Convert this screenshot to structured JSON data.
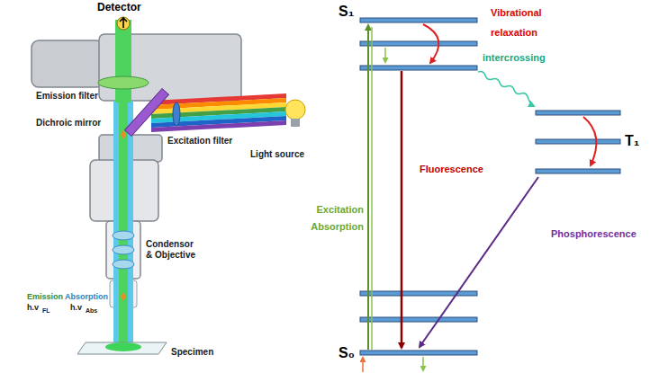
{
  "diagram": {
    "labels": [
      "Detector",
      "Emission filter",
      "Dichroic mirror",
      "Excitation filter",
      "Light source",
      "Condensor & Objective",
      "Emission",
      "h.v",
      "FL",
      "Absorption",
      "h.v",
      "Abs",
      "Specimen",
      "S₁",
      "Vibrational relaxation",
      "intercrossing",
      "T₁",
      "Fluorescence",
      "Excitation Absorption",
      "Phosphorescence",
      "S₀"
    ]
  }
}
